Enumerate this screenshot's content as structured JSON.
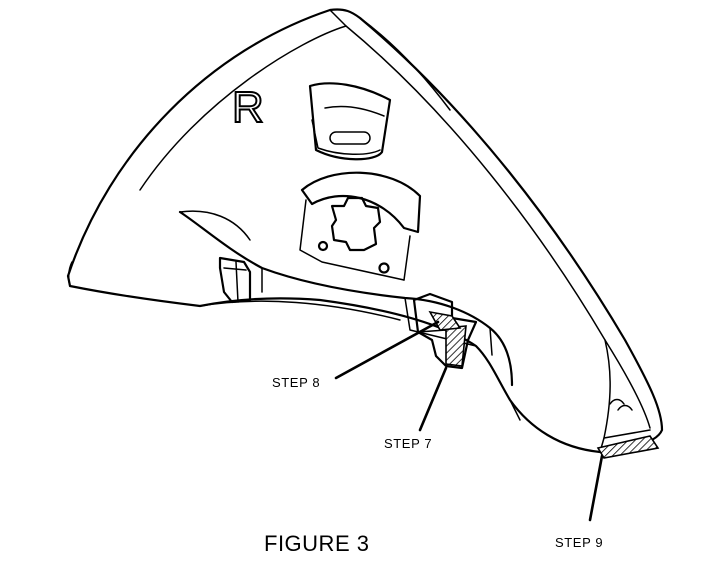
{
  "figure": {
    "caption": "FIGURE 3",
    "part_mark": "R",
    "callouts": [
      {
        "id": "step-8",
        "label": "STEP 8"
      },
      {
        "id": "step-7",
        "label": "STEP 7"
      },
      {
        "id": "step-9",
        "label": "STEP 9"
      }
    ]
  },
  "colors": {
    "ink": "#000000",
    "paper": "#ffffff"
  }
}
